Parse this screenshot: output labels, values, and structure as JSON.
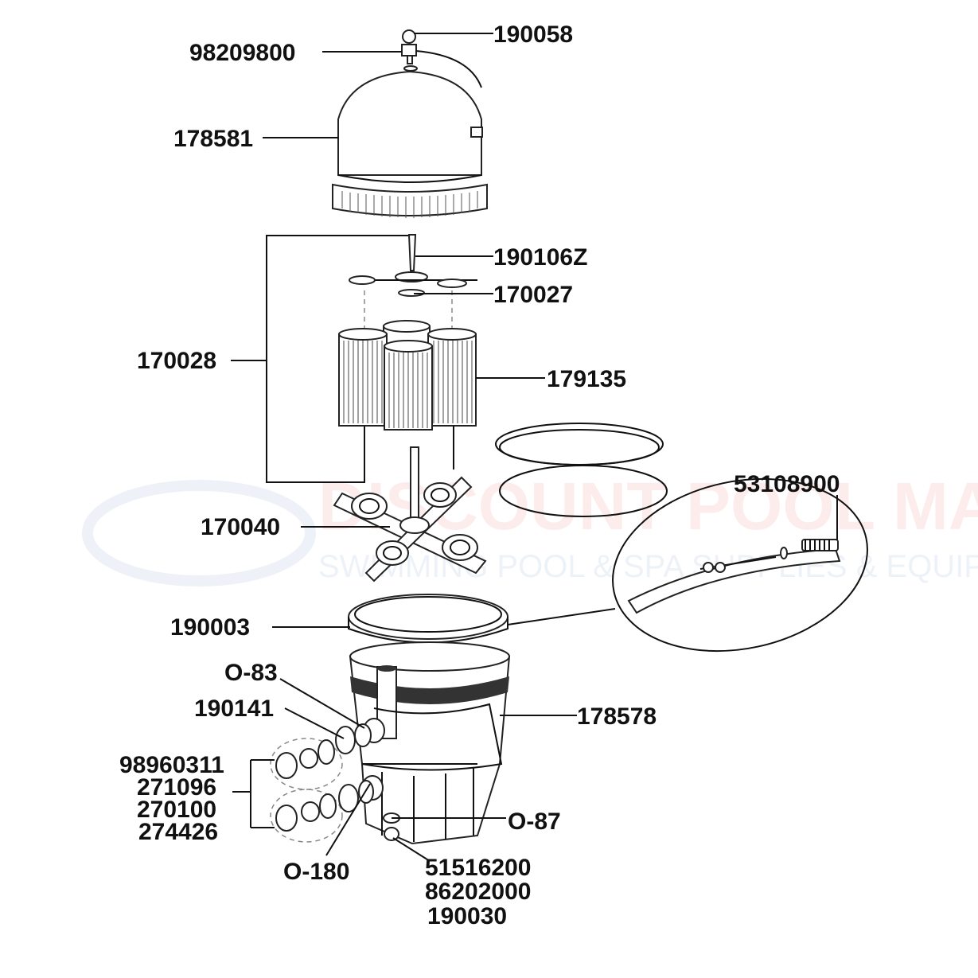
{
  "watermark": {
    "brand": "DISCOUNT POOL MART",
    "tagline": "SWIMMING POOL & SPA SUPPLIES & EQUIPMENT",
    "logo": "dpm",
    "brand_color": "#e8463a",
    "accent_color": "#3f6fb5"
  },
  "parts": {
    "p190058": "190058",
    "p98209800": "98209800",
    "p178581": "178581",
    "p190106Z": "190106Z",
    "p170027": "170027",
    "p170028": "170028",
    "p179135": "179135",
    "p53108900": "53108900",
    "p170040": "170040",
    "p190003": "190003",
    "pO83": "O-83",
    "p190141": "190141",
    "p178578": "178578",
    "p98960311": "98960311",
    "p271096": "271096",
    "p270100": "270100",
    "p274426": "274426",
    "pO87": "O-87",
    "pO180": "O-180",
    "p51516200": "51516200",
    "p86202000": "86202000",
    "p190030": "190030"
  }
}
